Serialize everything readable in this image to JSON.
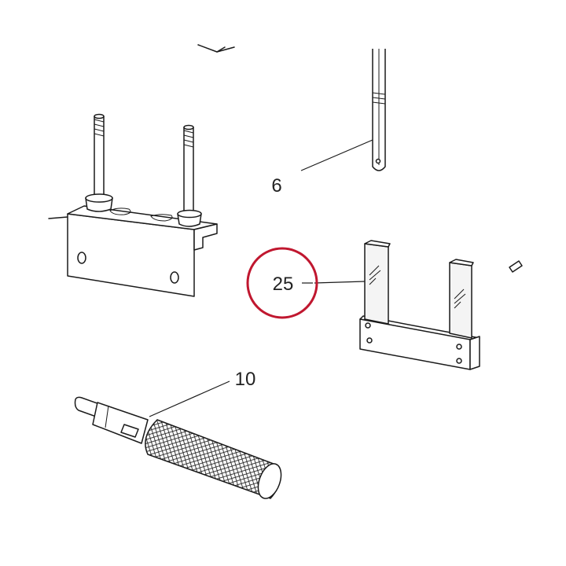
{
  "diagram": {
    "callouts": {
      "rod": "6",
      "gauge_block": "25",
      "screwdriver": "10"
    },
    "highlight": {
      "target": "25",
      "color": "#c0172f"
    },
    "colors": {
      "line": "#1a1a1a",
      "background": "#ffffff"
    }
  }
}
